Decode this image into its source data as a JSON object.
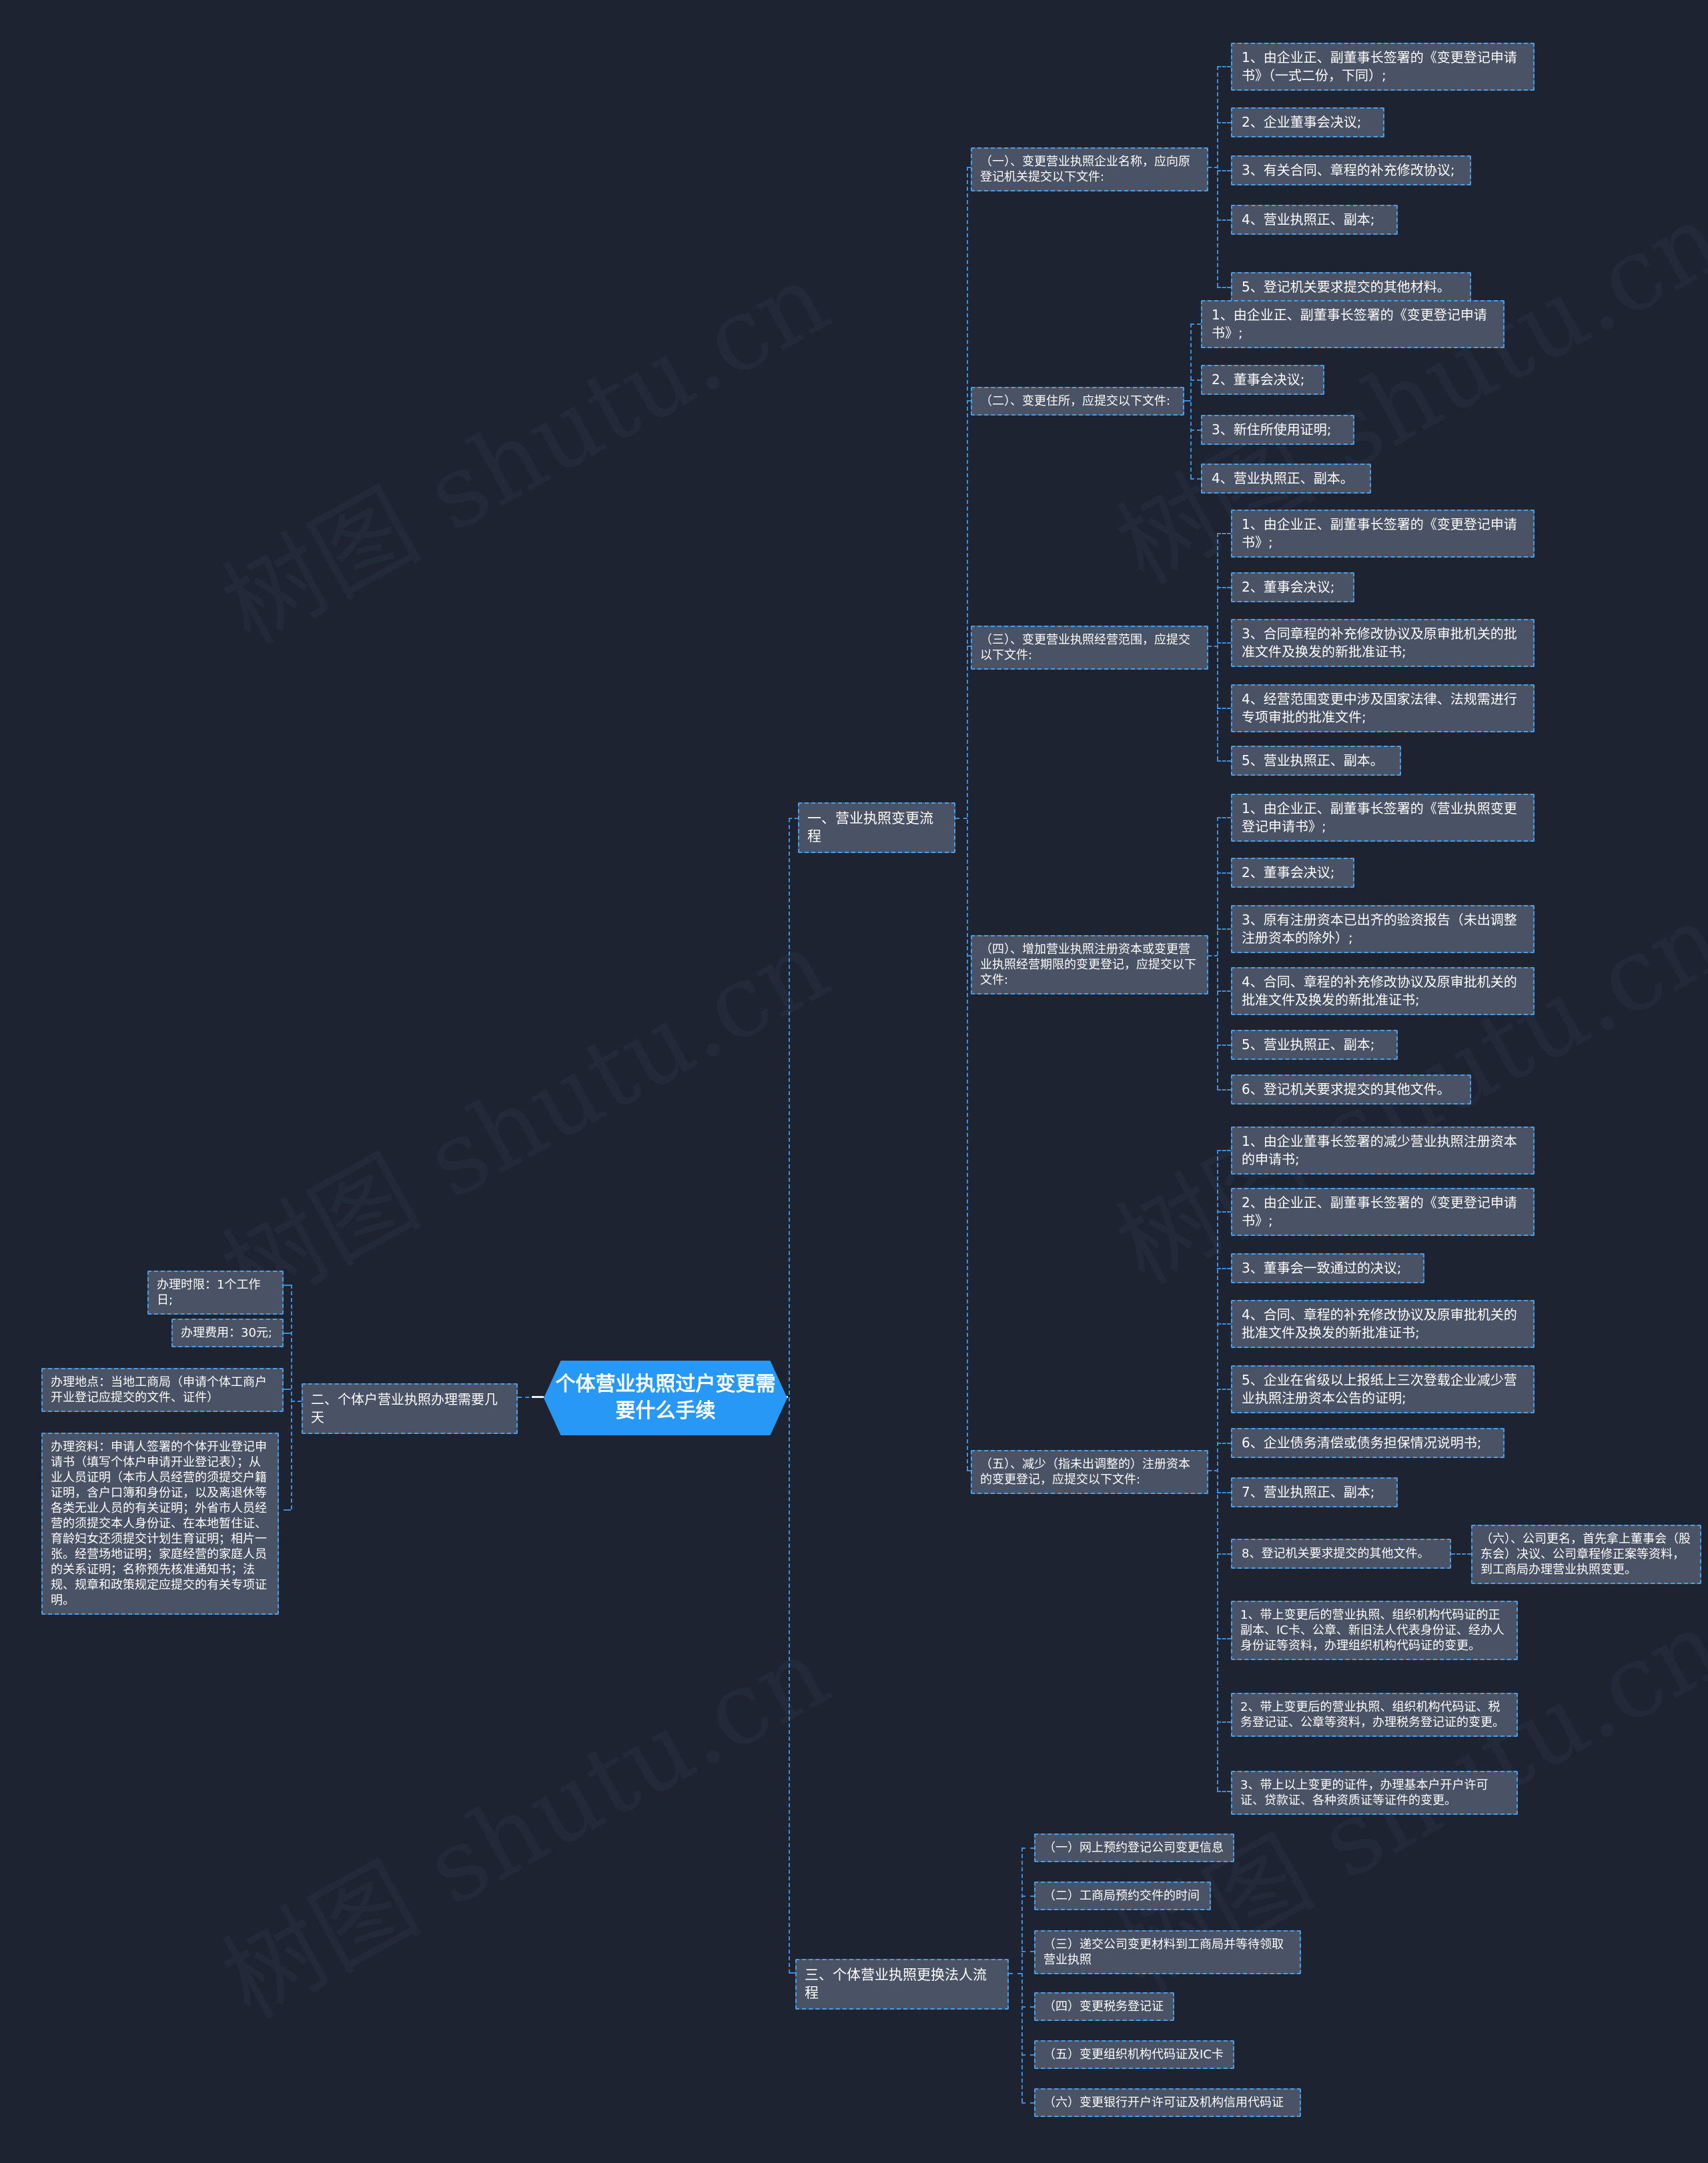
{
  "watermark": {
    "text": "树图 shutu.cn"
  },
  "colors": {
    "background": "#1d2331",
    "node_fill": "#4a5265",
    "dash_blue": "#4aa0e8",
    "root_blue": "#2798f5"
  },
  "nodes": {
    "root": "个体营业执照过户变更需要什么手续",
    "b1": "一、营业执照变更流程",
    "b2": "二、个体户营业执照办理需要几天",
    "b3": "三、个体营业执照更换法人流程",
    "b2_1": "办理时限：1个工作日;",
    "b2_2": "办理费用：30元;",
    "b2_3": "办理地点：当地工商局（申请个体工商户开业登记应提交的文件、证件）",
    "b2_4": "办理资料：申请人签署的个体开业登记申请书（填写个体户申请开业登记表）；从业人员证明（本市人员经营的须提交户籍证明，含户口簿和身份证，以及离退休等各类无业人员的有关证明；外省市人员经营的须提交本人身份证、在本地暂住证、育龄妇女还须提交计划生育证明；相片一张。经营场地证明；家庭经营的家庭人员的关系证明；名称预先核准通知书；法规、规章和政策规定应提交的有关专项证明。",
    "s1": "（一）、变更营业执照企业名称，应向原登记机关提交以下文件:",
    "s1_1": "1、由企业正、副董事长签署的《变更登记申请书》（一式二份，下同）;",
    "s1_2": "2、企业董事会决议;",
    "s1_3": "3、有关合同、章程的补充修改协议;",
    "s1_4": "4、营业执照正、副本;",
    "s1_5": "5、登记机关要求提交的其他材料。",
    "s2": "（二）、变更住所，应提交以下文件:",
    "s2_1": "1、由企业正、副董事长签署的《变更登记申请书》;",
    "s2_2": "2、董事会决议;",
    "s2_3": "3、新住所使用证明;",
    "s2_4": "4、营业执照正、副本。",
    "s3": "（三）、变更营业执照经营范围，应提交以下文件:",
    "s3_1": "1、由企业正、副董事长签署的《变更登记申请书》;",
    "s3_2": "2、董事会决议;",
    "s3_3": "3、合同章程的补充修改协议及原审批机关的批准文件及换发的新批准证书;",
    "s3_4": "4、经营范围变更中涉及国家法律、法规需进行专项审批的批准文件;",
    "s3_5": "5、营业执照正、副本。",
    "s4": "（四）、增加营业执照注册资本或变更营业执照经营期限的变更登记，应提交以下文件:",
    "s4_1": "1、由企业正、副董事长签署的《营业执照变更登记申请书》;",
    "s4_2": "2、董事会决议;",
    "s4_3": "3、原有注册资本已出齐的验资报告（未出调整注册资本的除外）;",
    "s4_4": "4、合同、章程的补充修改协议及原审批机关的批准文件及换发的新批准证书;",
    "s4_5": "5、营业执照正、副本;",
    "s4_6": "6、登记机关要求提交的其他文件。",
    "s5": "（五）、减少（指未出调整的）注册资本的变更登记，应提交以下文件:",
    "s5_1": "1、由企业董事长签署的减少营业执照注册资本的申请书;",
    "s5_2": "2、由企业正、副董事长签署的《变更登记申请书》;",
    "s5_3": "3、董事会一致通过的决议;",
    "s5_4": "4、合同、章程的补充修改协议及原审批机关的批准文件及换发的新批准证书;",
    "s5_5": "5、企业在省级以上报纸上三次登载企业减少营业执照注册资本公告的证明;",
    "s5_6": "6、企业债务清偿或债务担保情况说明书;",
    "s5_7": "7、营业执照正、副本;",
    "s5_8": "8、登记机关要求提交的其他文件。",
    "s6": "（六）、公司更名，首先拿上董事会（股东会）决议、公司章程修正案等资料，到工商局办理营业执照变更。",
    "t1": "1、带上变更后的营业执照、组织机构代码证的正副本、IC卡、公章、新旧法人代表身份证、经办人身份证等资料，办理组织机构代码证的变更。",
    "t2": "2、带上变更后的营业执照、组织机构代码证、税务登记证、公章等资料，办理税务登记证的变更。",
    "t3": "3、带上以上变更的证件，办理基本户开户许可证、贷款证、各种资质证等证件的变更。",
    "b3_1": "（一）网上预约登记公司变更信息",
    "b3_2": "（二）工商局预约交件的时间",
    "b3_3": "（三）递交公司变更材料到工商局并等待领取营业执照",
    "b3_4": "（四）变更税务登记证",
    "b3_5": "（五）变更组织机构代码证及IC卡",
    "b3_6": "（六）变更银行开户许可证及机构信用代码证"
  }
}
